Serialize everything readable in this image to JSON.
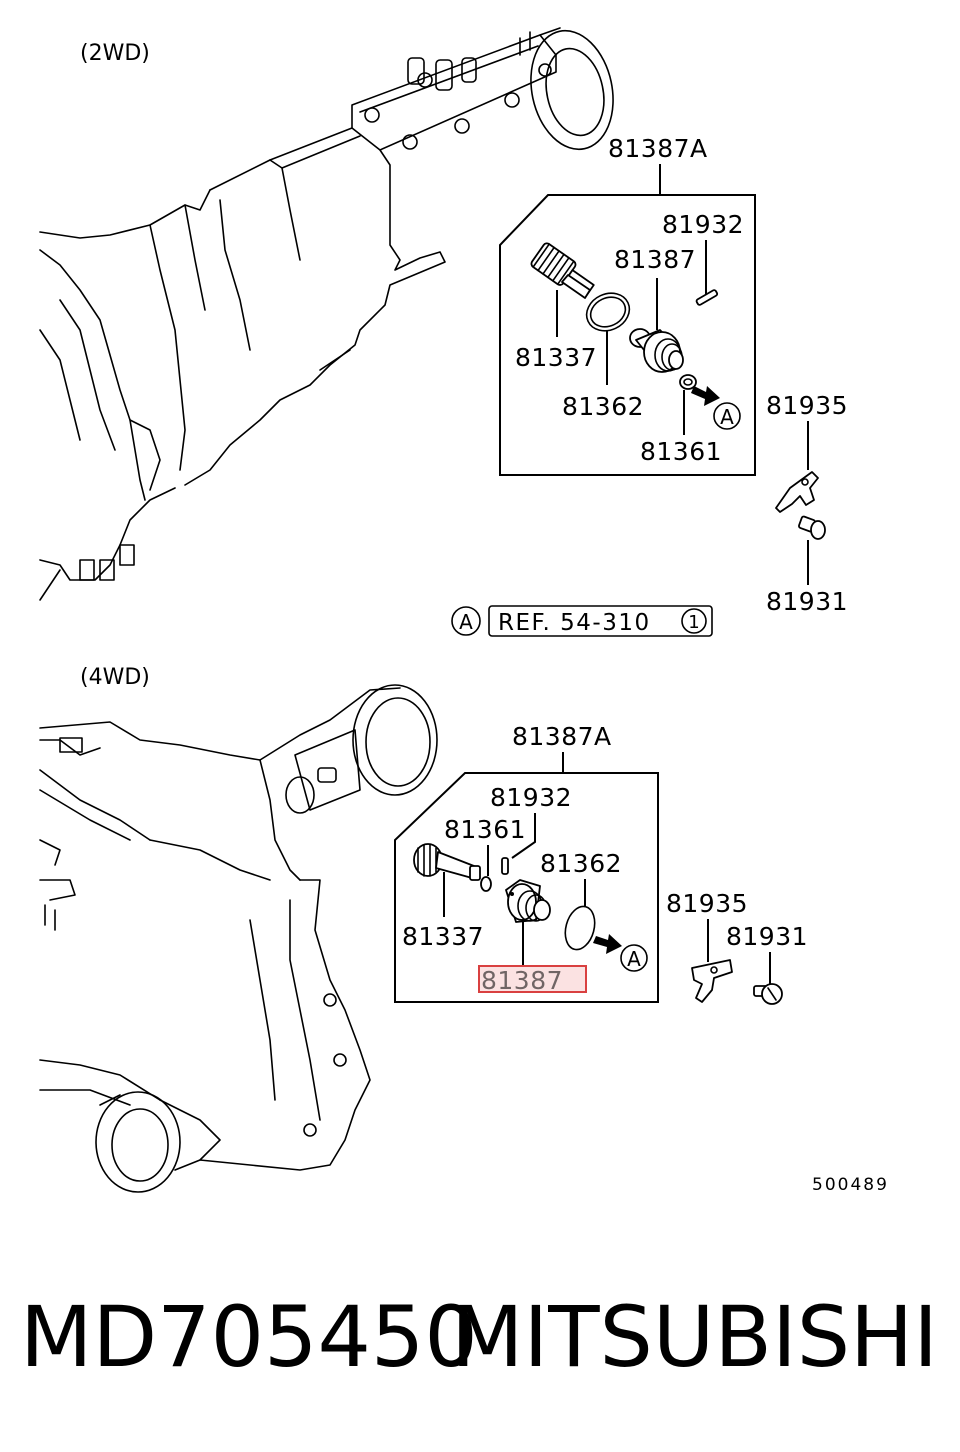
{
  "top_section": {
    "label": "(2WD)",
    "callouts": {
      "assembly": "81387A",
      "p81932": "81932",
      "p81387": "81387",
      "p81337": "81337",
      "p81362": "81362",
      "p81361": "81361",
      "p81935": "81935",
      "p81931": "81931"
    },
    "ref_marker": "A",
    "ref_text": "REF. 54-310",
    "ref_num": "1"
  },
  "bottom_section": {
    "label": "(4WD)",
    "callouts": {
      "assembly": "81387A",
      "p81932": "81932",
      "p81361": "81361",
      "p81362": "81362",
      "p81337": "81337",
      "p81387": "81387",
      "p81935": "81935",
      "p81931": "81931"
    },
    "ref_marker": "A"
  },
  "figure_number": "500489",
  "footer": {
    "part_number": "MD705450",
    "brand": "MITSUBISHI"
  },
  "colors": {
    "highlight": "#d94040",
    "ink": "#000000"
  }
}
